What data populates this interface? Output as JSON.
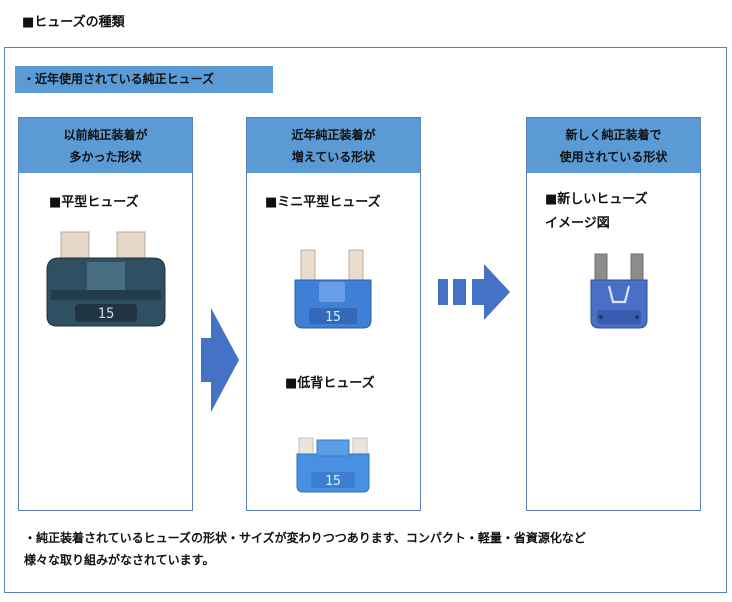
{
  "heading": "■ヒューズの種類",
  "section_label": "・近年使用されている純正ヒューズ",
  "panels": [
    {
      "header_line1": "以前純正装着が",
      "header_line2": "多かった形状",
      "fuse_title": "■平型ヒューズ",
      "fuse_rating": "15"
    },
    {
      "header_line1": "近年純正装着が",
      "header_line2": "増えている形状",
      "fuse_title_1": "■ミニ平型ヒューズ",
      "fuse_rating_1": "15",
      "fuse_title_2": "■低背ヒューズ",
      "fuse_rating_2": "15"
    },
    {
      "header_line1": "新しく純正装着で",
      "header_line2": "使用されている形状",
      "fuse_title_line1": "■新しいヒューズ",
      "fuse_title_line2": "イメージ図"
    }
  ],
  "footer_line1": "・純正装着されているヒューズの形状・サイズが変わりつつあります、コンパクト・軽量・省資源化など",
  "footer_line2": "様々な取り組みがなされています。",
  "colors": {
    "header_blue": "#5b9bd5",
    "frame_border": "#5b7fb8",
    "arrow_blue": "#4472c4",
    "standard_fuse": "#2f4f63",
    "mini_fuse": "#3f7fd6",
    "low_profile_fuse": "#4a90e2",
    "new_fuse": "#4a6fc7"
  }
}
